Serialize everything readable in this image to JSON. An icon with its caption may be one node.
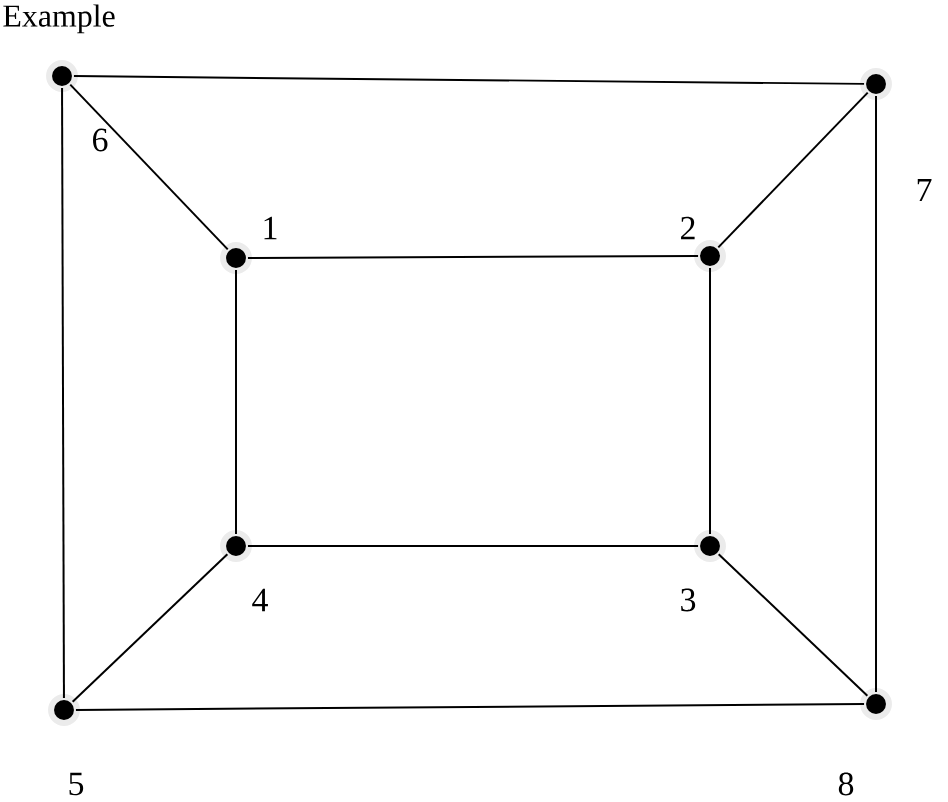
{
  "diagram": {
    "title": "Example",
    "nodes": [
      {
        "text": [],
        "shape": "circle",
        "beside": [
          "1"
        ]
      },
      {
        "text": [],
        "shape": "circle",
        "beside": [
          "2"
        ]
      },
      {
        "text": [],
        "shape": "circle",
        "beside": [
          "3"
        ]
      },
      {
        "text": [],
        "shape": "circle",
        "beside": [
          "4"
        ]
      },
      {
        "text": [],
        "shape": "circle",
        "beside": [
          "5"
        ]
      },
      {
        "text": [],
        "shape": "circle",
        "beside": [
          "6"
        ]
      },
      {
        "text": [],
        "shape": "circle",
        "beside": [
          "7"
        ]
      },
      {
        "text": [],
        "shape": "circle",
        "beside": [
          "8"
        ]
      }
    ],
    "edges": [
      {
        "from": 0,
        "to": 1,
        "arrow": "none"
      },
      {
        "from": 1,
        "to": 2,
        "arrow": "none"
      },
      {
        "from": 2,
        "to": 3,
        "arrow": "none"
      },
      {
        "from": 3,
        "to": 0,
        "arrow": "none"
      },
      {
        "from": 5,
        "to": 6,
        "arrow": "none"
      },
      {
        "from": 6,
        "to": 7,
        "arrow": "none"
      },
      {
        "from": 7,
        "to": 4,
        "arrow": "none"
      },
      {
        "from": 4,
        "to": 5,
        "arrow": "none"
      },
      {
        "from": 0,
        "to": 5,
        "arrow": "none"
      },
      {
        "from": 1,
        "to": 6,
        "arrow": "none"
      },
      {
        "from": 2,
        "to": 7,
        "arrow": "none"
      },
      {
        "from": 3,
        "to": 4,
        "arrow": "none"
      }
    ]
  }
}
